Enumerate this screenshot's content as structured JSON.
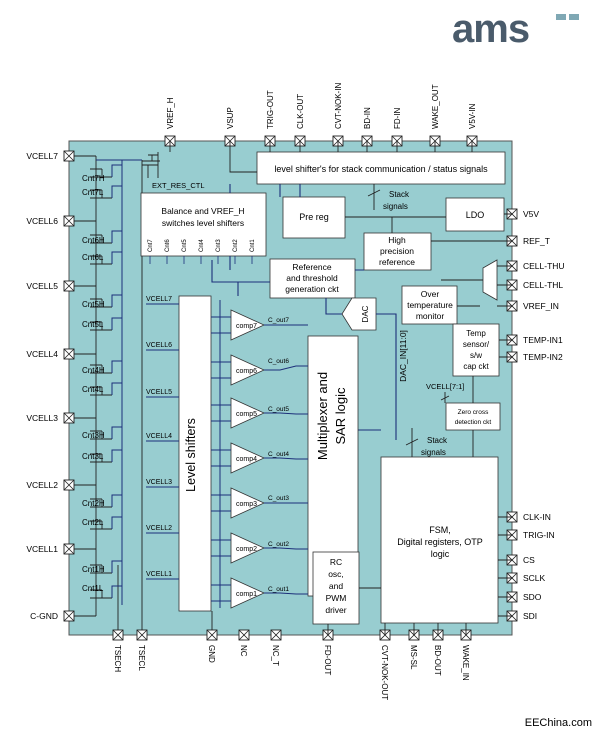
{
  "logo": {
    "text": "ams",
    "colors": {
      "dark": "#4a5b6b",
      "accent": "#7fa8b4"
    }
  },
  "footer": "EEChina.com",
  "colors": {
    "chip": "#98cdd0",
    "wire": "#1c2f7a",
    "block": "#ffffff"
  },
  "top_pins": [
    "VREF_H",
    "VSUP",
    "TRIG-OUT",
    "CLK-OUT",
    "CVT-NOK-IN",
    "BD-IN",
    "FD-IN",
    "WAKE_OUT",
    "V5V-IN"
  ],
  "left_pins": [
    "VCELL7",
    "VCELL6",
    "VCELL5",
    "VCELL4",
    "VCELL3",
    "VCELL2",
    "VCELL1",
    "C-GND"
  ],
  "right_pins": [
    "V5V",
    "REF_T",
    "CELL-THU",
    "CELL-THL",
    "VREF_IN",
    "TEMP-IN1",
    "TEMP-IN2",
    "CLK-IN",
    "TRIG-IN",
    "CS",
    "SCLK",
    "SDO",
    "SDI"
  ],
  "bottom_pins": [
    "TSECH",
    "TSECL",
    "GND",
    "NC",
    "NC_T",
    "FD-OUT",
    "CVT-NOK-OUT",
    "MS-SL",
    "BD-OUT",
    "WAKE_IN"
  ],
  "switch_labels": [
    "Cnt7H",
    "Cnt7L",
    "Cnt6H",
    "Cnt6L",
    "Cnt5H",
    "Cnt5L",
    "Cnt4H",
    "Cnt4L",
    "Cnt3H",
    "Cnt3L",
    "Cnt2H",
    "Cnt2L",
    "Cnt1H",
    "Cnt1L"
  ],
  "ext_res_ctl": "EXT_RES_CTL",
  "blocks": {
    "level_shifter_stack": "level shifter's for stack communication / status signals",
    "balance_line1": "Balance and VREF_H",
    "balance_line2": "switches level shifters",
    "balance_cnts": [
      "Cnt7",
      "Cnt6",
      "Cnt5",
      "Cnt4",
      "Cnt3",
      "Cnt2",
      "Cnt1"
    ],
    "pre_reg": "Pre reg",
    "ldo": "LDO",
    "hpr_lines": [
      "High",
      "precision",
      "reference"
    ],
    "ref_thresh_lines": [
      "Reference",
      "and threshold",
      "generation ckt"
    ],
    "over_temp_lines": [
      "Over",
      "temperature",
      "monitor"
    ],
    "temp_sensor_lines": [
      "Temp",
      "sensor/",
      "s/w",
      "cap ckt"
    ],
    "dac": "DAC",
    "dac_in": "DAC_IN[11:0]",
    "vcell_bus": "VCELL[7:1]",
    "zero_cross_lines": [
      "Zero cross",
      "detection ckt"
    ],
    "level_shifters": "Level shifters",
    "mux_line1": "Multiplexer and",
    "mux_line2": "SAR logic",
    "fsm_lines": [
      "FSM,",
      "Digital registers,  OTP",
      "logic"
    ],
    "rc_lines": [
      "RC",
      "osc,",
      "and",
      "PWM",
      "driver"
    ]
  },
  "stack_signals_top": [
    "Stack",
    "signals"
  ],
  "stack_signals_mid": [
    "Stack",
    "signals"
  ],
  "vcell_inputs": [
    "VCELL7",
    "VCELL6",
    "VCELL5",
    "VCELL4",
    "VCELL3",
    "VCELL2",
    "VCELL1"
  ],
  "comparators": [
    "comp7",
    "comp6",
    "comp5",
    "comp4",
    "comp3",
    "comp2",
    "comp1"
  ],
  "comp_outputs": [
    "C_out7",
    "C_out6",
    "C_out5",
    "C_out4",
    "C_out3",
    "C_out2",
    "C_out1"
  ]
}
